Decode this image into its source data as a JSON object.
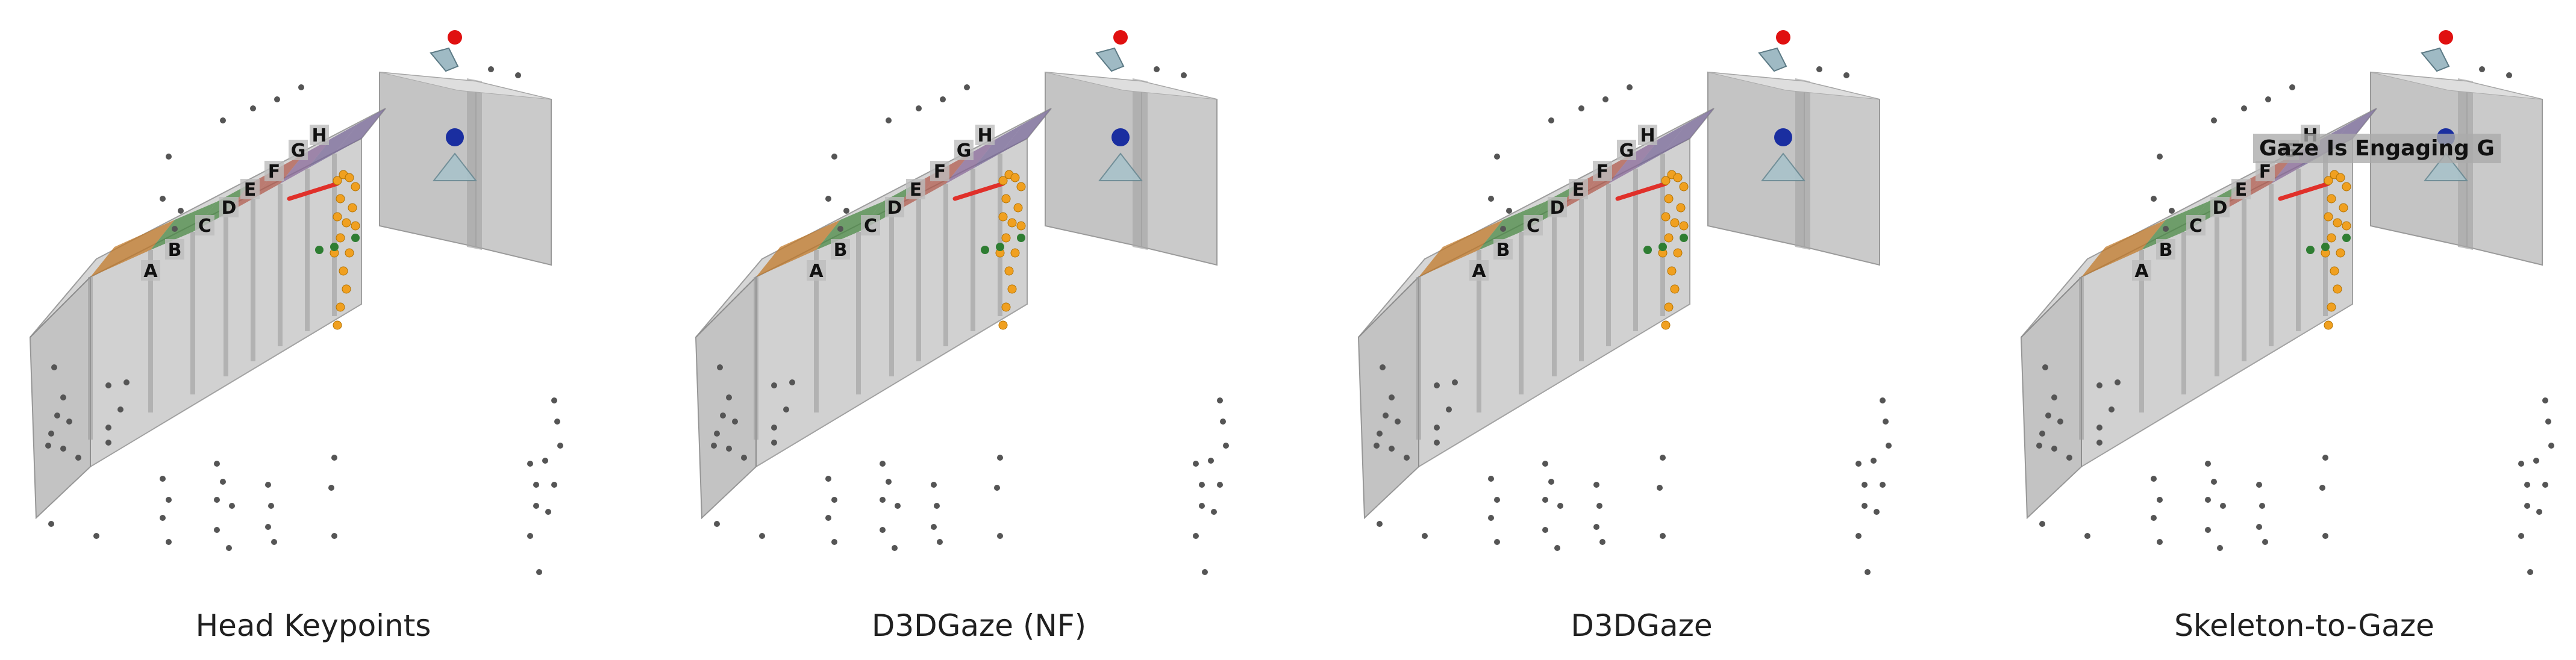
{
  "slot_labels": [
    "A",
    "B",
    "C",
    "D",
    "E",
    "F",
    "G",
    "H"
  ],
  "panels": [
    {
      "caption": "Head Keypoints",
      "status": ""
    },
    {
      "caption": "D3DGaze (NF)",
      "status": ""
    },
    {
      "caption": "D3DGaze",
      "status": ""
    },
    {
      "caption": "Skeleton-to-Gaze",
      "status": "Gaze Is Engaging G"
    }
  ],
  "colors": {
    "slot_A": "#c27a2a",
    "slot_B": "#4b8a45",
    "slot_C": "#4b8a45",
    "slot_D": "#b25c4f",
    "slot_E": "#b25c4f",
    "slot_F": "#8a6a9a",
    "slot_G": "#7a6a9a",
    "slot_H": "#7a6a9a",
    "gaze_ray": "#e0302a",
    "orange_points": "#f0a020",
    "green_points": "#2e7d32",
    "camera_dot": "#e01010",
    "target_dot": "#1a2ea0",
    "grey_points": "#555555"
  }
}
